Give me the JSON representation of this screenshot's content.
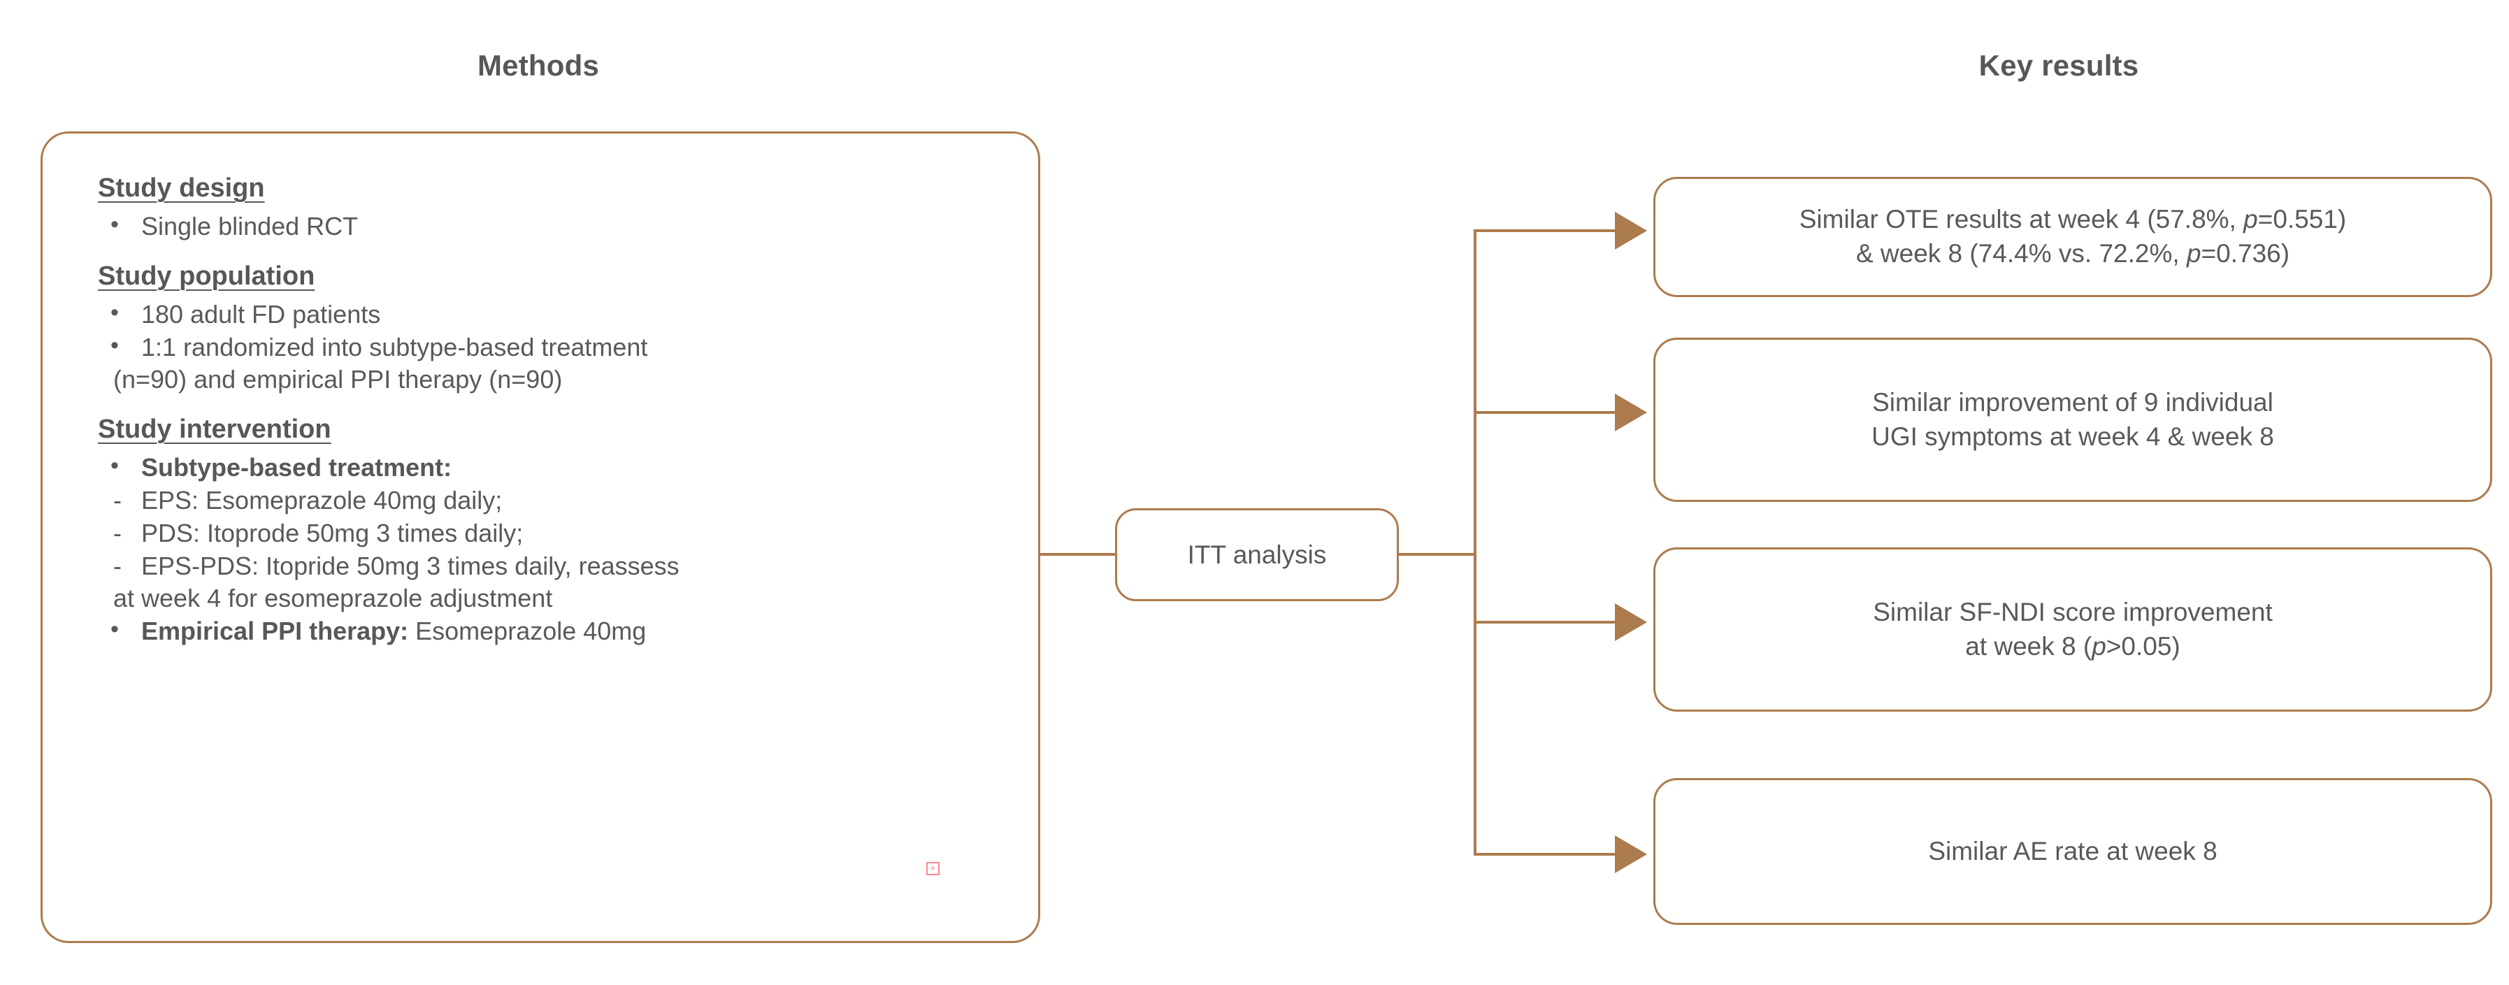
{
  "columns": {
    "methods_title": "Methods",
    "results_title": "Key results"
  },
  "methods": {
    "sections": [
      {
        "heading": "Study design",
        "items": [
          {
            "type": "bullet",
            "text": "Single blinded RCT"
          }
        ]
      },
      {
        "heading": "Study population",
        "items": [
          {
            "type": "bullet",
            "text": "180 adult FD patients"
          },
          {
            "type": "bullet",
            "text": "1:1 randomized into subtype-based treatment"
          },
          {
            "type": "continuation",
            "text": "(n=90) and empirical PPI therapy (n=90)"
          }
        ]
      },
      {
        "heading": "Study intervention",
        "items": [
          {
            "type": "bullet",
            "bold_text": "Subtype-based treatment:",
            "text": ""
          },
          {
            "type": "dash",
            "text": "EPS: Esomeprazole 40mg daily;"
          },
          {
            "type": "dash",
            "text": "PDS: Itoprode 50mg 3 times daily;"
          },
          {
            "type": "dash",
            "text": "EPS-PDS: Itopride 50mg 3 times daily, reassess"
          },
          {
            "type": "continuation",
            "text": "at week 4 for esomeprazole adjustment"
          },
          {
            "type": "bullet",
            "bold_text": "Empirical PPI therapy:",
            "text": " Esomeprazole 40mg"
          }
        ]
      }
    ],
    "comment_marker": "+"
  },
  "analysis_node": {
    "label": "ITT analysis"
  },
  "results": [
    {
      "line1_pre": "Similar OTE results at week 4 (57.8%, ",
      "line1_italic": "p",
      "line1_post": "=0.551)",
      "line2_pre": "& week 8 (74.4% vs. 72.2%, ",
      "line2_italic": "p",
      "line2_post": "=0.736)",
      "plain": "Similar OTE results at week 4 (57.8%, p=0.551) & week 8 (74.4% vs. 72.2%, p=0.736)"
    },
    {
      "line1_pre": "Similar improvement of 9 individual",
      "line1_italic": "",
      "line1_post": "",
      "line2_pre": "UGI symptoms at week 4 & week 8",
      "line2_italic": "",
      "line2_post": "",
      "plain": "Similar improvement of 9 individual UGI symptoms at week 4 & week 8"
    },
    {
      "line1_pre": "Similar SF-NDI score improvement",
      "line1_italic": "",
      "line1_post": "",
      "line2_pre": "at week 8 (",
      "line2_italic": "p",
      "line2_post": ">0.05)",
      "plain": "Similar SF-NDI score improvement at week 8 (p>0.05)"
    },
    {
      "line1_pre": "Similar AE rate at week 8",
      "line1_italic": "",
      "line1_post": "",
      "line2_pre": "",
      "line2_italic": "",
      "line2_post": "",
      "plain": "Similar AE rate at week 8"
    }
  ],
  "colors": {
    "accent_brown": "#AC7B4E",
    "text_gray": "#595959",
    "heading_gray": "#575757",
    "comment_red": "#F98A8A"
  }
}
